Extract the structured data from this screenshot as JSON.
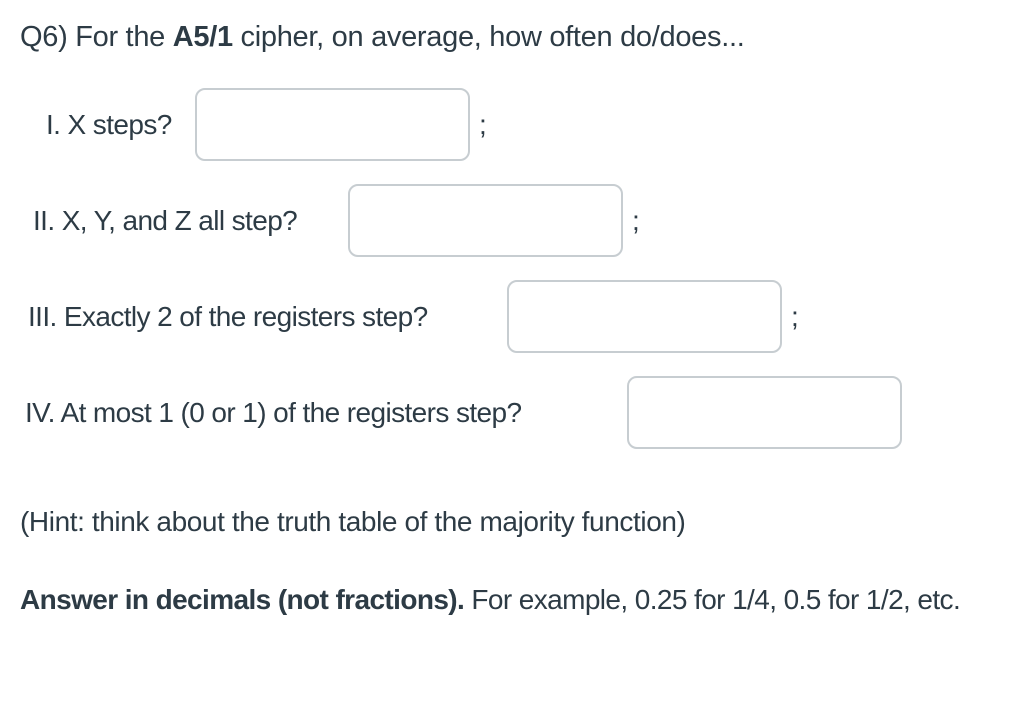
{
  "title": {
    "prefix": "Q6) For the ",
    "cipher_bold": "A5/1",
    "suffix": " cipher, on average, how often do/does..."
  },
  "rows": [
    {
      "label": "I. X steps?",
      "separator": ";",
      "input": {
        "value": "",
        "placeholder": ""
      }
    },
    {
      "label": "II. X, Y, and Z all step?",
      "separator": ";",
      "input": {
        "value": "",
        "placeholder": ""
      }
    },
    {
      "label": "III. Exactly 2 of the registers step?",
      "separator": ";",
      "input": {
        "value": "",
        "placeholder": ""
      }
    },
    {
      "label": "IV. At most 1 (0 or 1) of the registers step?",
      "separator": "",
      "input": {
        "value": "",
        "placeholder": ""
      }
    }
  ],
  "hint": "(Hint: think about the truth table of the majority function)",
  "note": {
    "bold": "Answer in decimals (not fractions).",
    "rest": " For example, 0.25 for 1/4, 0.5 for 1/2, etc."
  },
  "colors": {
    "text": "#2d3b45",
    "input_border": "#c7cdd1",
    "background": "#ffffff"
  }
}
